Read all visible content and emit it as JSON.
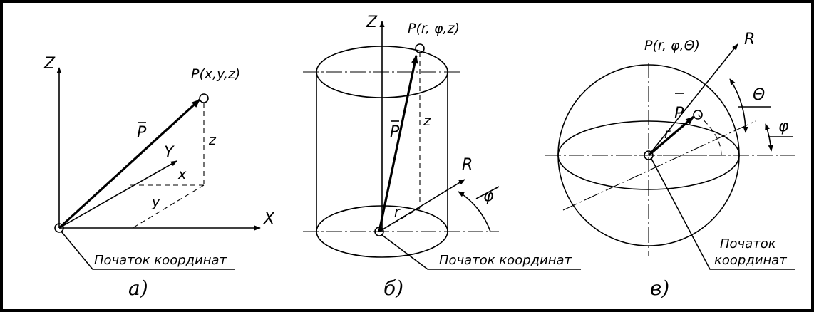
{
  "panel_a": {
    "axis_z": "Z",
    "axis_x": "X",
    "axis_y": "Y",
    "point": "P(x,y,z)",
    "vector": "P",
    "comp_x": "x",
    "comp_y": "y",
    "comp_z": "z",
    "origin": "Початок координат",
    "caption": "а)"
  },
  "panel_b": {
    "axis_z": "Z",
    "axis_r": "R",
    "point": "P(r, φ,z)",
    "vector": "P",
    "comp_z": "z",
    "comp_r": "r",
    "angle": "φ",
    "origin": "Початок координат",
    "caption": "б)"
  },
  "panel_c": {
    "axis_r": "R",
    "point": "P(r, φ,Θ)",
    "vector": "P",
    "comp_r": "r",
    "angle_theta": "Θ",
    "angle_phi": "φ",
    "origin_line1": "Початок",
    "origin_line2": "координат",
    "caption": "в)"
  }
}
